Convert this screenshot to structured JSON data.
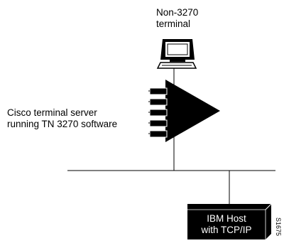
{
  "terminal": {
    "line1": "Non-3270",
    "line2": "terminal"
  },
  "server": {
    "line1": "Cisco terminal server",
    "line2": "running TN 3270 software"
  },
  "host": {
    "line1": "IBM Host",
    "line2": "with TCP/IP"
  },
  "figure_id": "S1675"
}
